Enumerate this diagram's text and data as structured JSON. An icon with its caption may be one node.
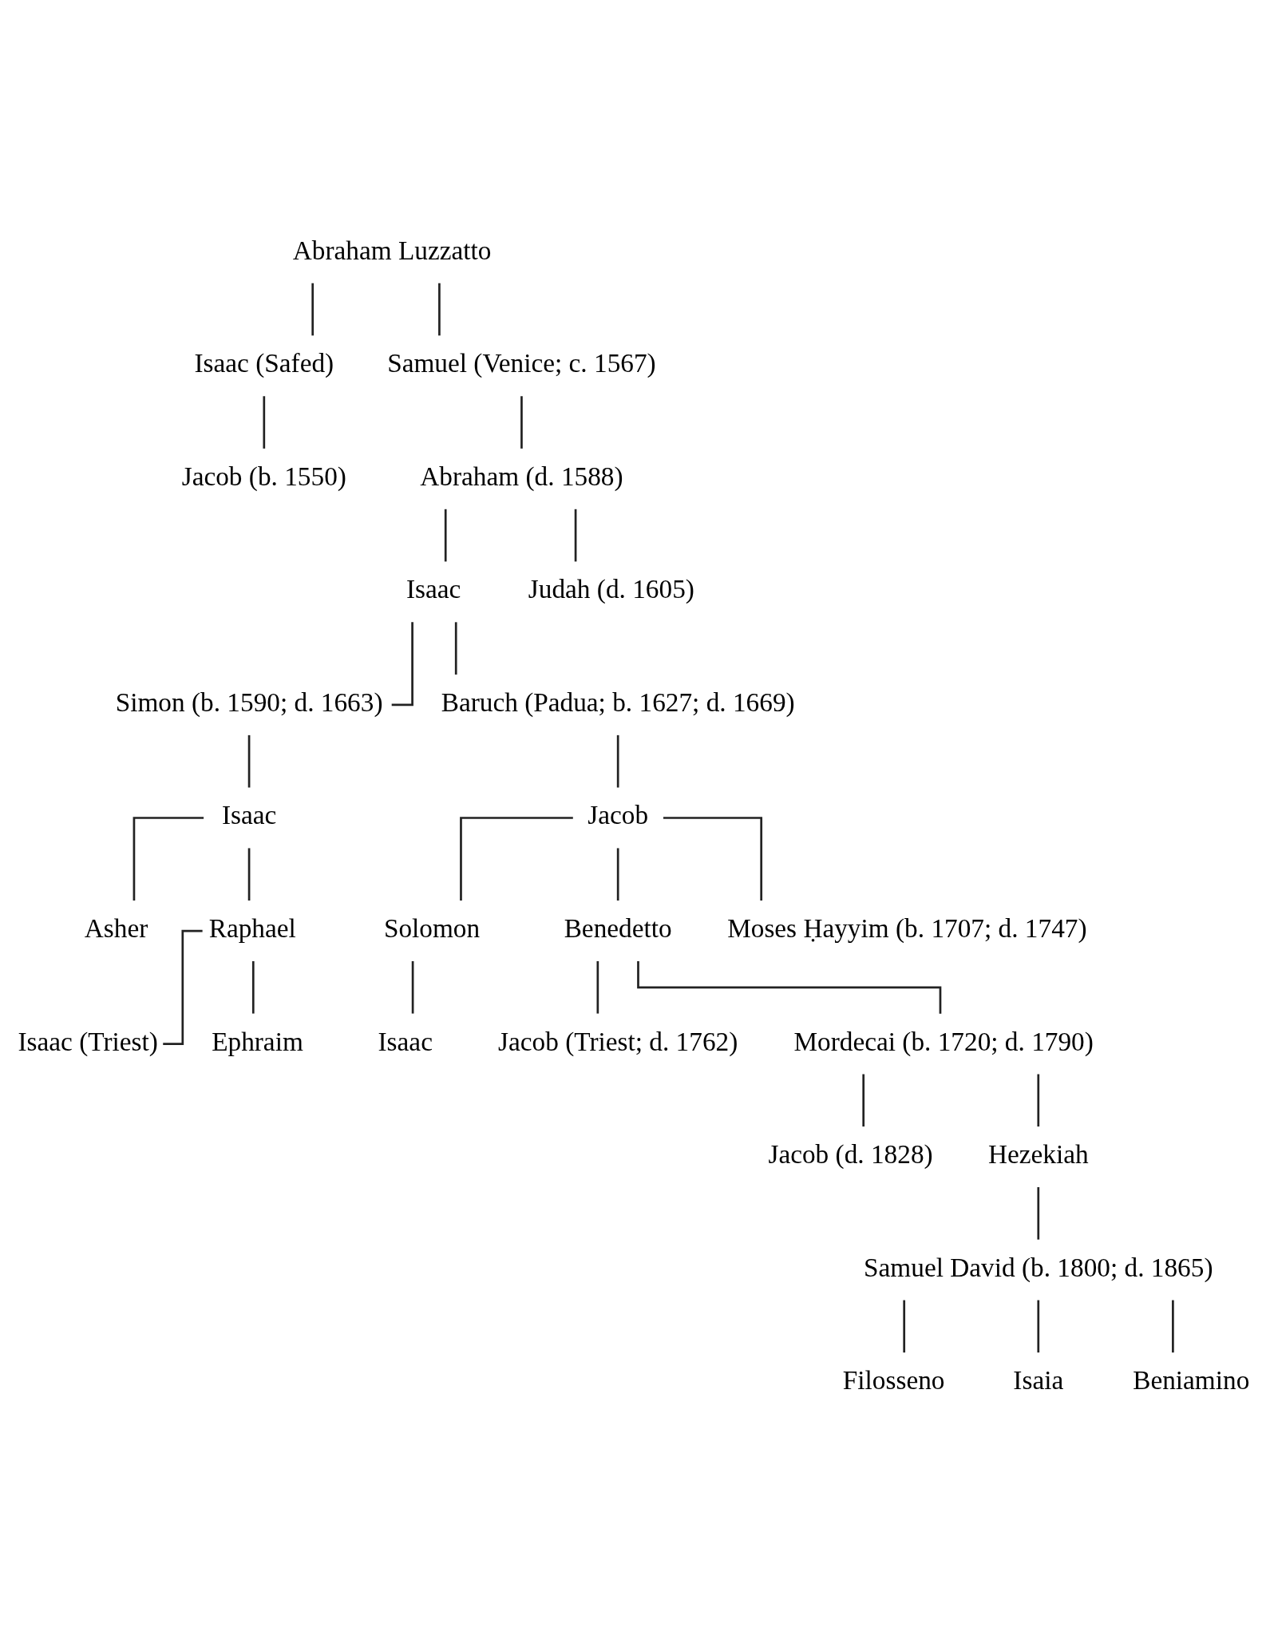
{
  "diagram": {
    "nodes": [
      {
        "text": [
          "Abraham Luzzatto"
        ]
      },
      {
        "text": [
          "Isaac (Safed)"
        ]
      },
      {
        "text": [
          "Samuel (Venice; c. 1567)"
        ]
      },
      {
        "text": [
          "Jacob (b. 1550)"
        ]
      },
      {
        "text": [
          "Abraham (d. 1588)"
        ]
      },
      {
        "text": [
          "Isaac"
        ]
      },
      {
        "text": [
          "Judah (d. 1605)"
        ]
      },
      {
        "text": [
          "Simon (b. 1590; d. 1663)"
        ]
      },
      {
        "text": [
          "Baruch (Padua; b. 1627; d. 1669)"
        ]
      },
      {
        "text": [
          "Isaac"
        ]
      },
      {
        "text": [
          "Jacob"
        ]
      },
      {
        "text": [
          "Asher"
        ]
      },
      {
        "text": [
          "Raphael"
        ]
      },
      {
        "text": [
          "Solomon"
        ]
      },
      {
        "text": [
          "Benedetto"
        ]
      },
      {
        "text": [
          "Moses Ḥayyim (b. 1707; d. 1747)"
        ]
      },
      {
        "text": [
          "Isaac"
        ]
      },
      {
        "text": [
          "Isaac (Triest)"
        ]
      },
      {
        "text": [
          "Ephraim"
        ]
      },
      {
        "text": [
          "Jacob (Triest; d. 1762)"
        ]
      },
      {
        "text": [
          "Mordecai (b. 1720; d. 1790)"
        ]
      },
      {
        "text": [
          "Jacob (d. 1828)"
        ]
      },
      {
        "text": [
          "Hezekiah"
        ]
      },
      {
        "text": [
          "Samuel David (b. 1800; d. 1865)"
        ]
      },
      {
        "text": [
          "Filosseno"
        ]
      },
      {
        "text": [
          "Isaia"
        ]
      },
      {
        "text": [
          "Beniamino"
        ]
      }
    ],
    "edges": [
      {
        "from": 0,
        "to": 1,
        "arrow": "none"
      },
      {
        "from": 0,
        "to": 2,
        "arrow": "none"
      },
      {
        "from": 1,
        "to": 3,
        "arrow": "none"
      },
      {
        "from": 2,
        "to": 4,
        "arrow": "none"
      },
      {
        "from": 4,
        "to": 5,
        "arrow": "none"
      },
      {
        "from": 4,
        "to": 6,
        "arrow": "none"
      },
      {
        "from": 5,
        "to": 7,
        "arrow": "none"
      },
      {
        "from": 5,
        "to": 8,
        "arrow": "none"
      },
      {
        "from": 7,
        "to": 9,
        "arrow": "none"
      },
      {
        "from": 8,
        "to": 10,
        "arrow": "none"
      },
      {
        "from": 9,
        "to": 11,
        "arrow": "none"
      },
      {
        "from": 9,
        "to": 12,
        "arrow": "none"
      },
      {
        "from": 10,
        "to": 13,
        "arrow": "none"
      },
      {
        "from": 10,
        "to": 14,
        "arrow": "none"
      },
      {
        "from": 10,
        "to": 15,
        "arrow": "none"
      },
      {
        "from": 13,
        "to": 16,
        "arrow": "none"
      },
      {
        "from": 12,
        "to": 17,
        "arrow": "none"
      },
      {
        "from": 12,
        "to": 18,
        "arrow": "none"
      },
      {
        "from": 14,
        "to": 19,
        "arrow": "none"
      },
      {
        "from": 14,
        "to": 20,
        "arrow": "none"
      },
      {
        "from": 20,
        "to": 21,
        "arrow": "none"
      },
      {
        "from": 20,
        "to": 22,
        "arrow": "none"
      },
      {
        "from": 22,
        "to": 23,
        "arrow": "none"
      },
      {
        "from": 23,
        "to": 24,
        "arrow": "none"
      },
      {
        "from": 23,
        "to": 25,
        "arrow": "none"
      },
      {
        "from": 23,
        "to": 26,
        "arrow": "none"
      }
    ]
  }
}
